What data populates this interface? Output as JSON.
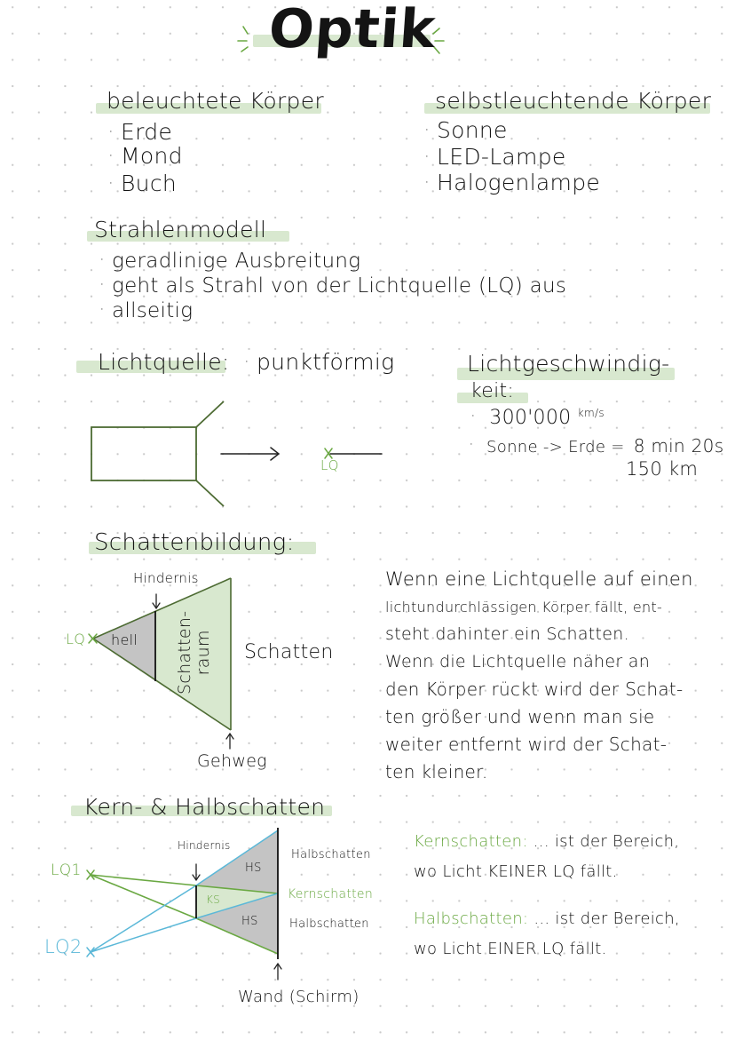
{
  "title": "Optik",
  "colors": {
    "ink": "#141414",
    "highlight": "#d8e8cf",
    "accent_green": "#6aa842",
    "accent_blue": "#5bb8d8",
    "shadow_grey": "#c4c4c4",
    "shadow_green": "#d8e8cf",
    "diagram_line": "#4d6b33"
  },
  "bodies": {
    "lit": {
      "heading": "beleuchtete Körper",
      "items": [
        "Erde",
        "Mond",
        "Buch"
      ]
    },
    "self_luminous": {
      "heading": "selbstleuchtende Körper",
      "items": [
        "Sonne",
        "LED-Lampe",
        "Halogenlampe"
      ]
    }
  },
  "ray_model": {
    "heading": "Strahlenmodell",
    "items": [
      "geradlinige Ausbreitung",
      "geht als Strahl von der Lichtquelle (LQ) aus",
      "allseitig"
    ]
  },
  "light_source": {
    "heading": "Lichtquelle:",
    "type": "punktförmig",
    "diagram_label": "LQ"
  },
  "light_speed": {
    "heading_line1": "Lichtgeschwindig-",
    "heading_line2": "keit:",
    "value": "300'000",
    "unit": "km/s",
    "sun_earth_label": "Sonne -> Erde =",
    "sun_earth_time": "8 min 20s",
    "distance": "150 km"
  },
  "shadow_formation": {
    "heading": "Schattenbildung:",
    "labels": {
      "obstacle": "Hindernis",
      "source": "LQ",
      "bright": "hell",
      "shadow_space_line1": "Schatten-",
      "shadow_space_line2": "raum",
      "shadow": "Schatten",
      "surface": "Gehweg"
    },
    "explanation": [
      "Wenn eine Lichtquelle auf einen",
      "lichtundurchlässigen Körper fällt, ent-",
      "steht dahinter ein Schatten.",
      "Wenn die Lichtquelle näher an",
      "den Körper rückt wird der Schat-",
      "ten größer und wenn man sie",
      "weiter entfernt wird der Schat-",
      "ten kleiner."
    ]
  },
  "core_half_shadow": {
    "heading": "Kern- & Halbschatten",
    "labels": {
      "obstacle": "Hindernis",
      "source1": "LQ1",
      "source2": "LQ2",
      "hs": "HS",
      "ks": "KS",
      "half_shadow": "Halbschatten",
      "core_shadow": "Kernschatten",
      "wall": "Wand (Schirm)"
    },
    "definitions": [
      {
        "term": "Kernschatten:",
        "text_line1": "... ist der Bereich,",
        "text_line2": "wo Licht KEINER LQ fällt."
      },
      {
        "term": "Halbschatten:",
        "text_line1": "... ist der Bereich,",
        "text_line2": "wo Licht EINER LQ fällt."
      }
    ]
  }
}
